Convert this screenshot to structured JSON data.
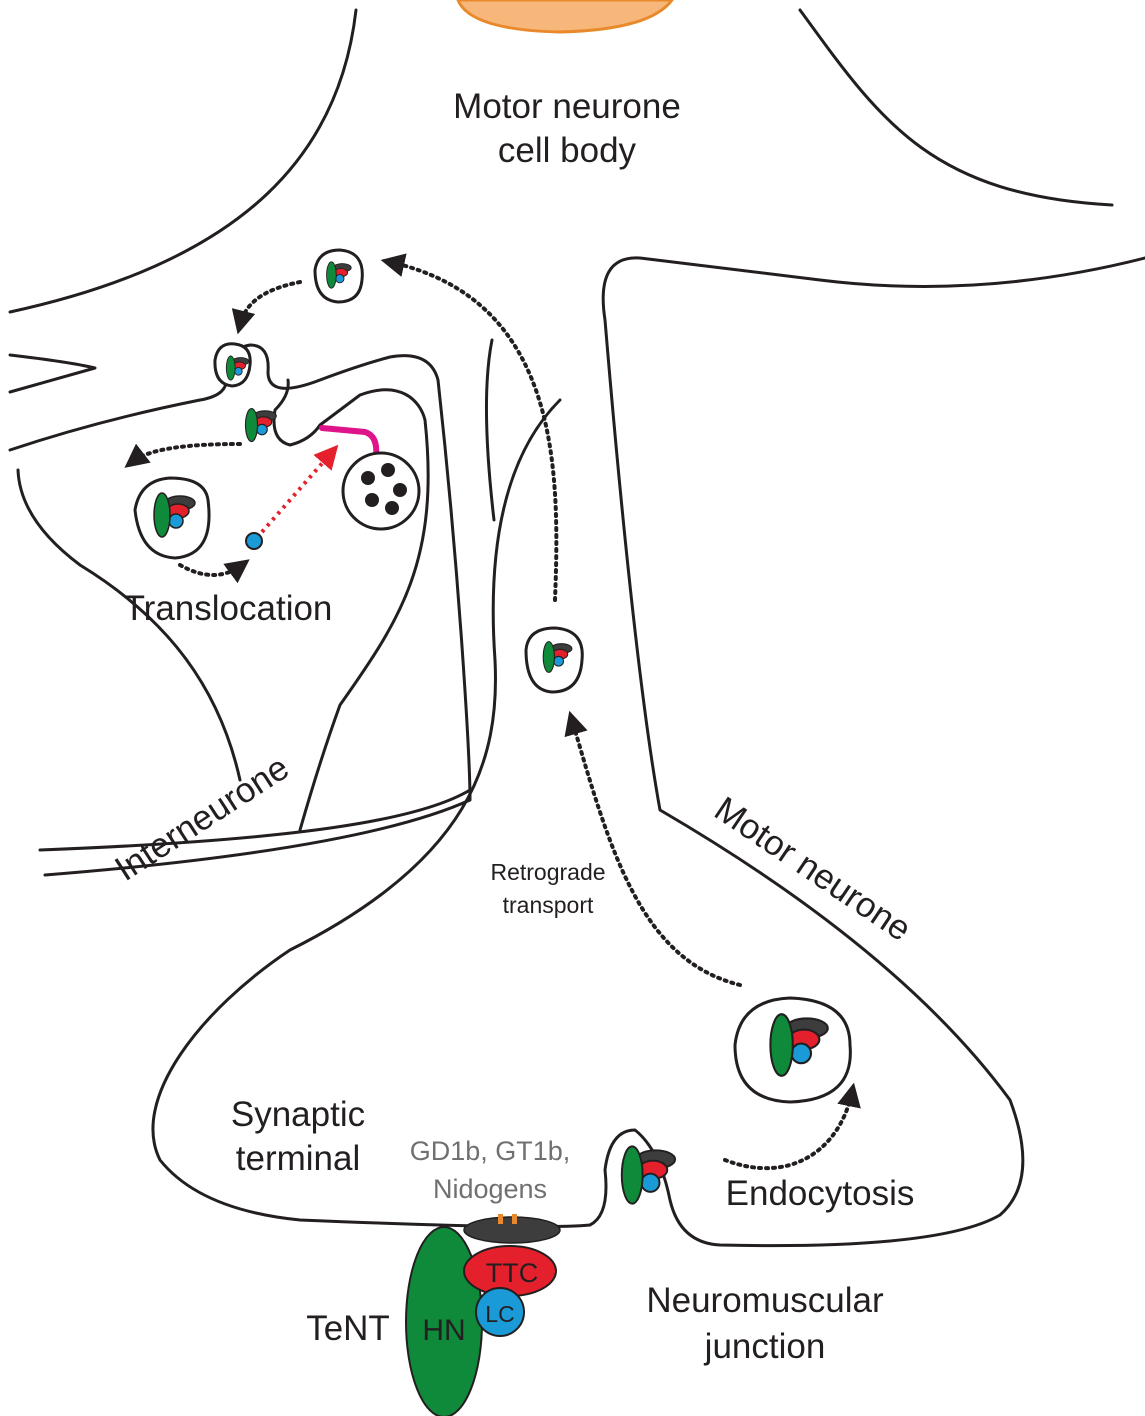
{
  "labels": {
    "cell_body": [
      "Motor neurone",
      "cell body"
    ],
    "translocation": "Translocation",
    "interneurone": "Interneurone",
    "motor_neurone": "Motor neurone",
    "retrograde": [
      "Retrograde",
      "transport"
    ],
    "synaptic": [
      "Synaptic",
      "terminal"
    ],
    "receptors": [
      "GD1b, GT1b,",
      "Nidogens"
    ],
    "endocytosis": "Endocytosis",
    "tent": "TeNT",
    "nmj": [
      "Neuromuscular",
      "junction"
    ]
  },
  "toxin_domains": {
    "hn": "HN",
    "ttc": "TTC",
    "lc": "LC"
  },
  "colors": {
    "hn": "#0f8a3a",
    "ttc": "#e3202b",
    "lc": "#1a9ad6",
    "receptor": "#3d3d3d",
    "cell_body": "#f7b77a",
    "cell_body_edge": "#e8892b",
    "snare": "#e0148a",
    "translocation_arrow": "#e3202b",
    "receptor_marks": "#e8892b"
  }
}
